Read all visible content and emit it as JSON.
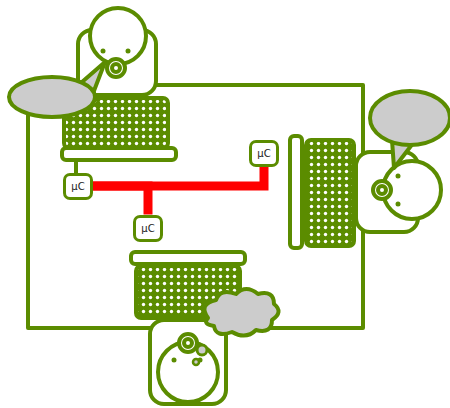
{
  "diagram": {
    "nodes": [
      {
        "text": [
          "μC"
        ]
      },
      {
        "text": [
          "μC"
        ]
      },
      {
        "text": [
          "μC"
        ]
      }
    ],
    "edges": [
      {
        "from": 0,
        "to": 1,
        "arrow": "none"
      },
      {
        "from": 0,
        "to": 2,
        "arrow": "none"
      }
    ]
  }
}
